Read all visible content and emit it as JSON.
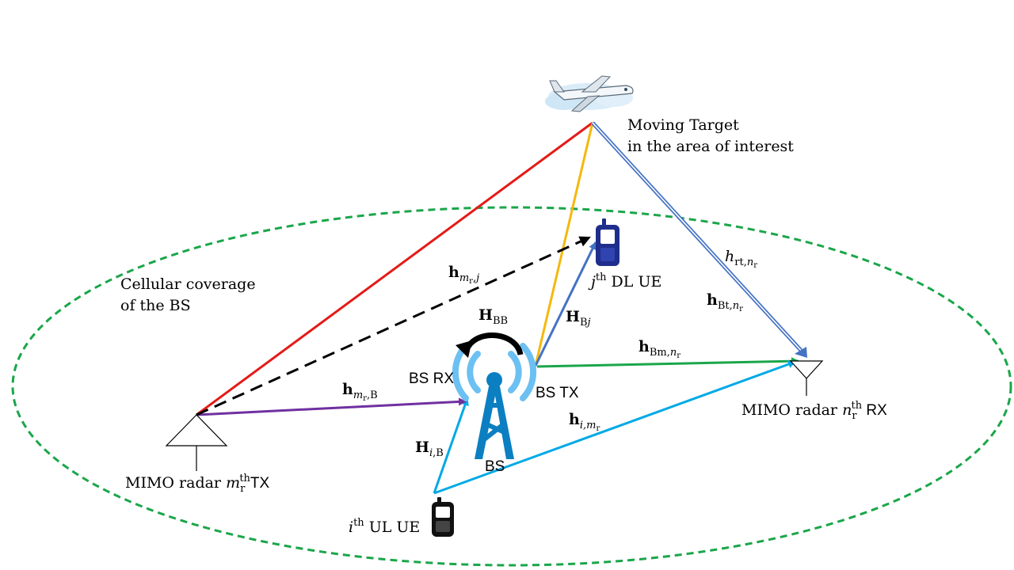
{
  "target": {
    "line1": "Moving Target",
    "line2": "in the area of interest"
  },
  "coverage": {
    "line1": "Cellular coverage",
    "line2": "of the BS"
  },
  "bs": {
    "rx": "BS RX",
    "tx": "BS TX",
    "name": "BS",
    "si_channel_main": "H",
    "si_channel_sub": "BB"
  },
  "dl_ue": {
    "idx": "j",
    "sup": "th",
    "rest": " DL UE"
  },
  "ul_ue": {
    "idx": "i",
    "sup": "th",
    "rest": " UL UE"
  },
  "radar_tx": {
    "prefix": "MIMO radar ",
    "idx": "m",
    "sub": "r",
    "sup": "th",
    "suffix": "TX"
  },
  "radar_rx": {
    "prefix": "MIMO radar ",
    "idx": "n",
    "sub": "r",
    "sup": "th",
    "suffix": " RX"
  },
  "channels": {
    "h_mrj": {
      "main": "h",
      "sub": "m",
      "subsub": "r",
      "tail": ",j"
    },
    "h_mrB": {
      "main": "h",
      "sub": "m",
      "subsub": "r",
      "tail": ",B"
    },
    "H_Bj": {
      "main": "H",
      "sub": "B",
      "subital": "j"
    },
    "h_Bmnr": {
      "main": "h",
      "sub": "Bm,",
      "subital": "n",
      "subsub": "r"
    },
    "h_Btnr": {
      "main": "h",
      "sub": "Bt,",
      "subital": "n",
      "subsub": "r"
    },
    "h_rtnr": {
      "main": "h",
      "sub": "rt,",
      "subital": "n",
      "subsub": "r"
    },
    "h_imr": {
      "main": "h",
      "subital": "i",
      "sub": ",m",
      "subsub": "r"
    },
    "H_iB": {
      "main": "H",
      "subital": "i",
      "sub": ",B"
    }
  },
  "colors": {
    "coverage": "#1aa64a",
    "radar_target": "#e41b17",
    "bs_target": "#f5b80f",
    "target_rx": "#4472c4",
    "bs_dl": "#4472c4",
    "bs_rx": "#1aa64a",
    "radar_bs": "#7030a0",
    "ul_links": "#00a9e6",
    "tower": "#0b7fc1",
    "tower_waves": "#6cc0f2",
    "dl_phone": "#1f2d8c"
  }
}
